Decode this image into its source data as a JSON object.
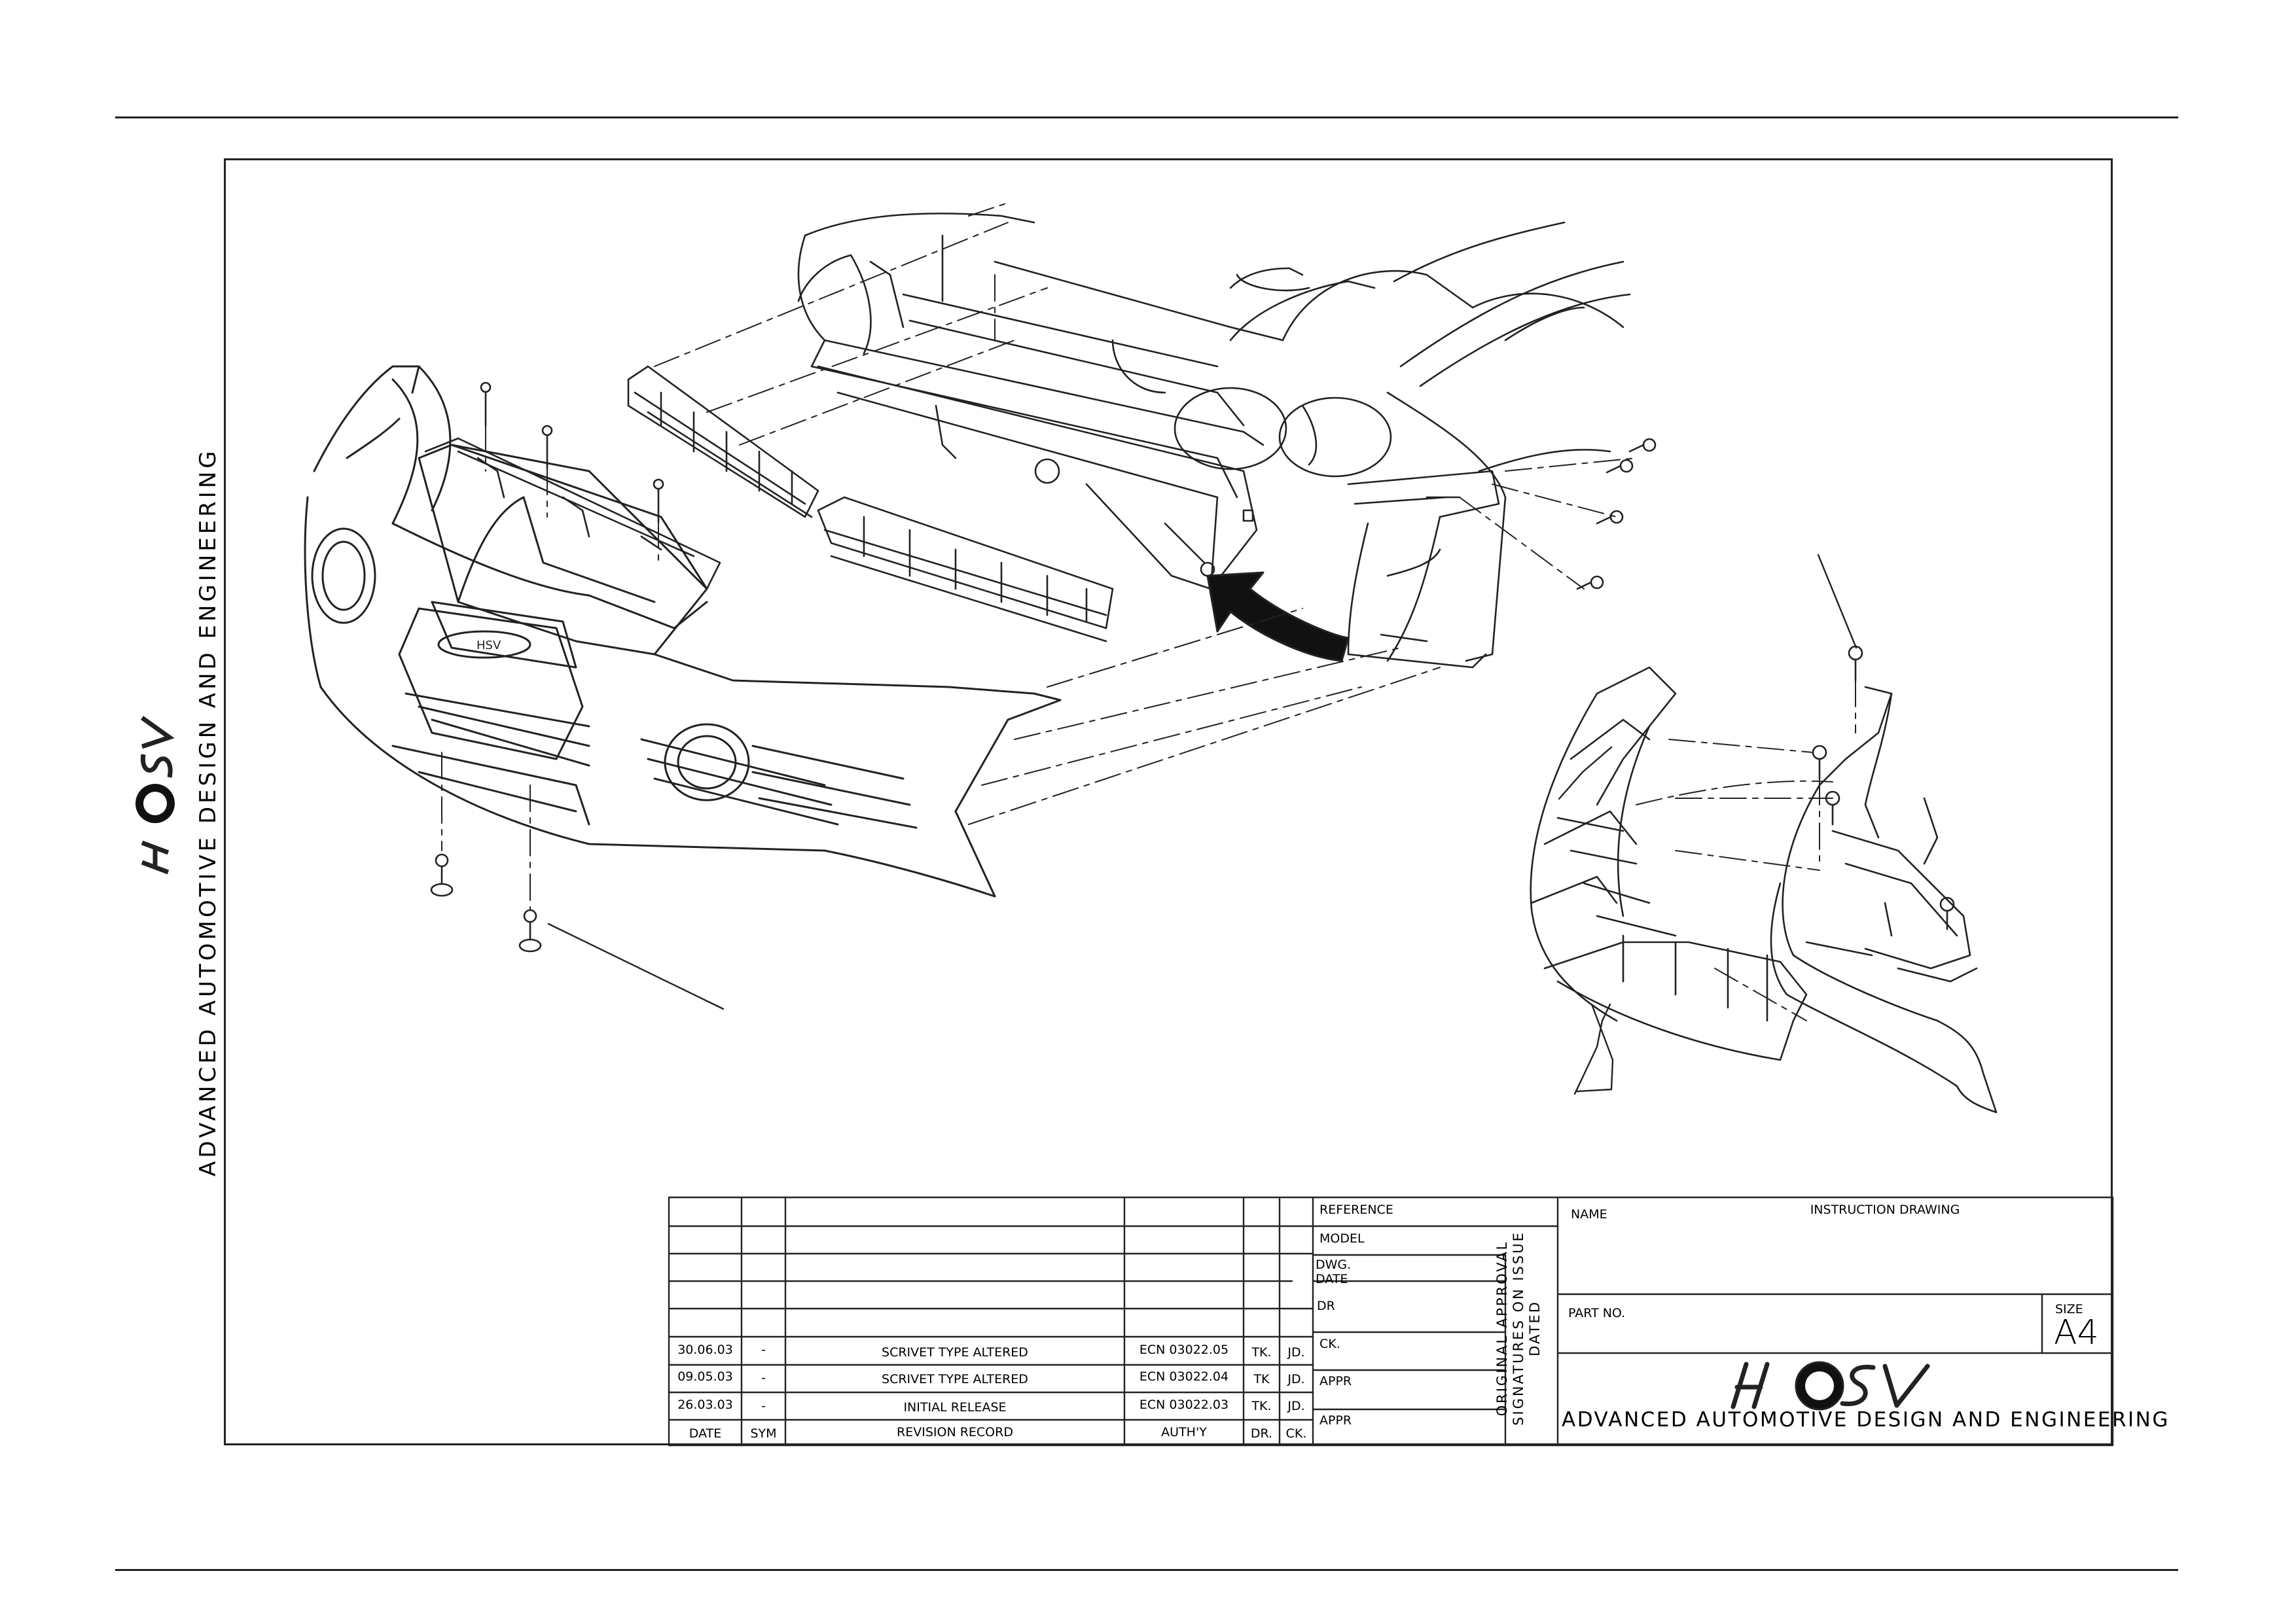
{
  "company": {
    "tagline": "ADVANCED AUTOMOTIVE DESIGN AND ENGINEERING",
    "logo_text": "HSV"
  },
  "title_block": {
    "reference_label": "REFERENCE",
    "model_label": "MODEL",
    "dwg_label": "DWG.",
    "date_label": "DATE",
    "dr_label": "DR",
    "ck_label": "CK.",
    "appr_label_1": "APPR",
    "appr_label_2": "APPR",
    "approval_note": "ORIGINAL APPROVAL SIGNATURES ON ISSUE DATED",
    "name_label": "NAME",
    "name_value": "INSTRUCTION DRAWING",
    "part_no_label": "PART NO.",
    "size_label": "SIZE",
    "size_value": "A4"
  },
  "revisions": {
    "headers": [
      "DATE",
      "SYM",
      "REVISION RECORD",
      "AUTH'Y",
      "DR.",
      "CK."
    ],
    "rows": [
      [
        "30.06.03",
        "-",
        "SCRIVET TYPE ALTERED",
        "ECN 03022.05",
        "TK.",
        "JD."
      ],
      [
        "09.05.03",
        "-",
        "SCRIVET TYPE ALTERED",
        "ECN 03022.04",
        "TK",
        "JD."
      ],
      [
        "26.03.03",
        "-",
        "INITIAL RELEASE",
        "ECN 03022.03",
        "TK.",
        "JD."
      ]
    ]
  },
  "colors": {
    "ink": "#222222",
    "paper": "#ffffff"
  }
}
